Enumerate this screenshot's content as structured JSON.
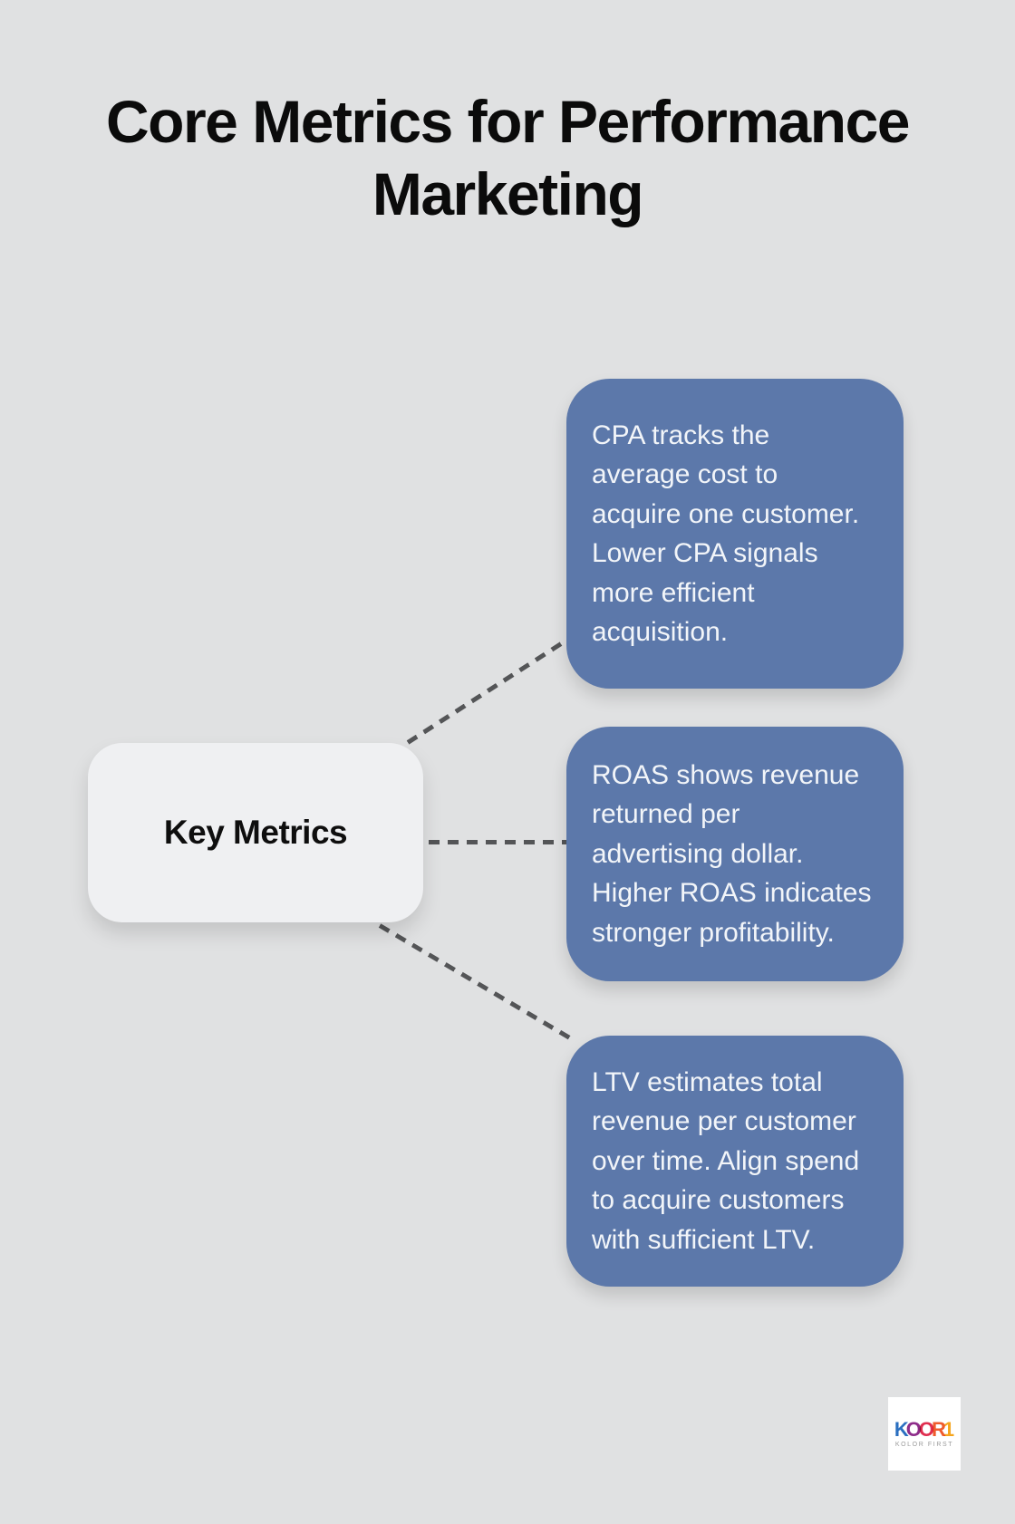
{
  "header": {
    "title": "Core Metrics for Performance\nMarketing"
  },
  "mindmap": {
    "center_node": {
      "label": "Key Metrics"
    },
    "branches": [
      {
        "text": "CPA tracks the\naverage cost to\nacquire one customer.\nLower CPA signals\nmore efficient\nacquisition."
      },
      {
        "text": "ROAS shows revenue\nreturned per\nadvertising dollar.\nHigher ROAS indicates\nstronger profitability."
      },
      {
        "text": "LTV estimates total\nrevenue per customer\nover time. Align spend\nto acquire customers\nwith sufficient LTV."
      }
    ]
  },
  "colors": {
    "background": "#e0e1e2",
    "branch_fill": "#5c78aa",
    "branch_text": "#f2f5f9",
    "center_fill": "#eff0f2",
    "center_text": "#0e0e0e",
    "connector": "#545557",
    "title_text": "#0b0b0b"
  },
  "branding": {
    "logo_word": "KOOR1",
    "logo_letters": [
      {
        "char": "K",
        "color": "#2a6fc0"
      },
      {
        "char": "O",
        "color": "#8e2d8a"
      },
      {
        "char": "O",
        "color": "#e02e4f"
      },
      {
        "char": "R",
        "color": "#ef5b2d"
      },
      {
        "char": "1",
        "color": "#f5a51d"
      }
    ],
    "tagline": "KOLOR FIRST"
  }
}
